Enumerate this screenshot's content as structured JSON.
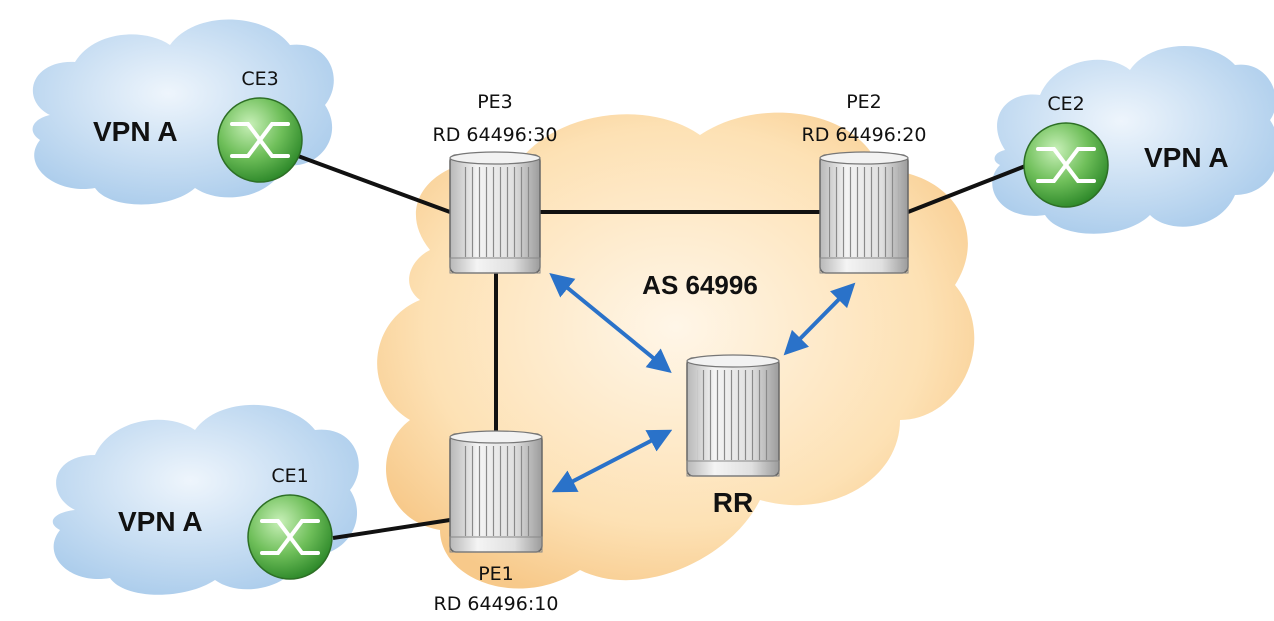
{
  "diagram": {
    "as_label": "AS 64996",
    "vpn_sites": [
      {
        "id": "ce3",
        "label": "VPN A"
      },
      {
        "id": "ce2",
        "label": "VPN A"
      },
      {
        "id": "ce1",
        "label": "VPN A"
      }
    ],
    "ce_routers": [
      {
        "id": "ce3",
        "label": "CE3"
      },
      {
        "id": "ce2",
        "label": "CE2"
      },
      {
        "id": "ce1",
        "label": "CE1"
      }
    ],
    "pe_routers": [
      {
        "id": "pe3",
        "name": "PE3",
        "rd": "RD 64496:30"
      },
      {
        "id": "pe2",
        "name": "PE2",
        "rd": "RD 64496:20"
      },
      {
        "id": "pe1",
        "name": "PE1",
        "rd": "RD 64496:10"
      }
    ],
    "route_reflector": {
      "label": "RR"
    },
    "colors": {
      "site_cloud": "#c9dff2",
      "as_cloud": "#fbd9a4",
      "ce_router": "#7cc66a",
      "pe_router": "#d9d9d9",
      "link": "#111111",
      "bgp_session": "#2a72c9"
    }
  }
}
